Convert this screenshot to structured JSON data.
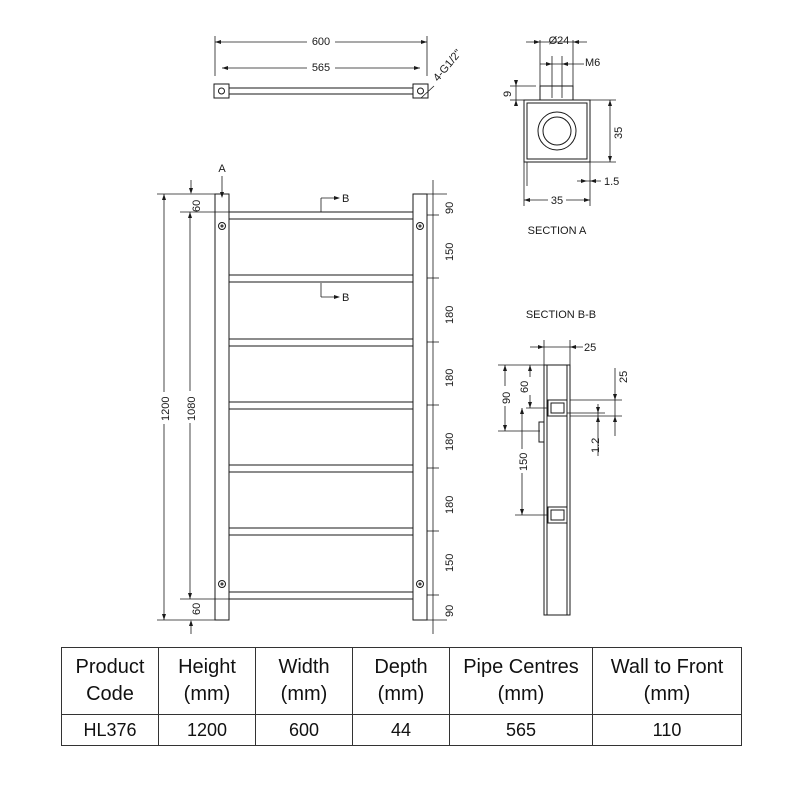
{
  "top_view": {
    "overall_width": "600",
    "pipe_centres": "565",
    "thread_note": "4-G1/2\""
  },
  "section_a": {
    "title": "SECTION A",
    "diameter": "Ø24",
    "bolt": "M6",
    "inset": "9",
    "height": "35",
    "width": "35",
    "wall": "1.5"
  },
  "front_view": {
    "section_mark_a": "A",
    "section_mark_b": "B",
    "overall_height": "1200",
    "inner_height": "1080",
    "top_offset": "60",
    "bottom_offset": "60",
    "rail_spacings": [
      "90",
      "150",
      "180",
      "180",
      "180",
      "180",
      "150",
      "90"
    ]
  },
  "section_bb": {
    "title": "SECTION B-B",
    "bar_width": "25",
    "rail_size": "25",
    "top_offset": "90",
    "rail_top": "60",
    "wall_thickness": "1.2",
    "rail_gap": "150"
  },
  "table": {
    "headers": [
      [
        "Product",
        "Code"
      ],
      [
        "Height",
        "(mm)"
      ],
      [
        "Width",
        "(mm)"
      ],
      [
        "Depth",
        "(mm)"
      ],
      [
        "Pipe Centres",
        "(mm)"
      ],
      [
        "Wall to Front",
        "(mm)"
      ]
    ],
    "row": [
      "HL376",
      "1200",
      "600",
      "44",
      "565",
      "110"
    ]
  }
}
